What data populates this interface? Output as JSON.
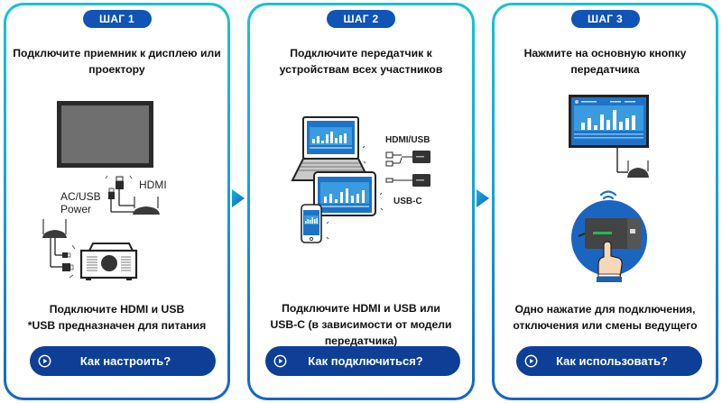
{
  "steps": [
    {
      "badge": "ШАГ 1",
      "headline": "Подключите приемник к дисплею или проектору",
      "illustration": {
        "labels": [
          "HDMI",
          "AC/USB",
          "Power"
        ],
        "icons": [
          "display-icon",
          "receiver-icon",
          "projector-icon",
          "hdmi-plug-icon",
          "usb-plug-icon"
        ]
      },
      "footnote_lines": [
        "Подключите HDMI и USB",
        "*USB предназначен для питания"
      ],
      "button": {
        "label": "Как настроить?",
        "icon": "play-circle-icon"
      }
    },
    {
      "badge": "ШАГ 2",
      "headline": "Подключите передатчик к устройствам всех участников",
      "illustration": {
        "labels": [
          "HDMI/USB",
          "USB-C"
        ],
        "icons": [
          "laptop-icon",
          "tablet-icon",
          "phone-icon",
          "transmitter-icon"
        ]
      },
      "footnote_lines": [
        "Подключите HDMI и USB или",
        "USB-C (в зависимости от модели",
        "передатчика)"
      ],
      "button": {
        "label": "Как подключиться?",
        "icon": "play-circle-icon"
      }
    },
    {
      "badge": "ШАГ 3",
      "headline": "Нажмите на основную кнопку передатчика",
      "illustration": {
        "labels": [],
        "icons": [
          "display-icon",
          "receiver-icon",
          "wifi-icon",
          "transmitter-button-icon",
          "finger-press-icon"
        ]
      },
      "footnote_lines": [
        "Одно нажатие для подключения,",
        "отключения или смены ведущего"
      ],
      "button": {
        "label": "Как использовать?",
        "icon": "play-circle-icon"
      }
    }
  ],
  "colors": {
    "card_border_top": "#19c3d2",
    "card_border_bottom": "#1565c7",
    "badge_bg": "#0f54b6",
    "button_bg": "#0d3f97",
    "arrow": "#1a76d2",
    "screen_blue": "#1e73c8",
    "accent_green": "#1dbb4f"
  }
}
